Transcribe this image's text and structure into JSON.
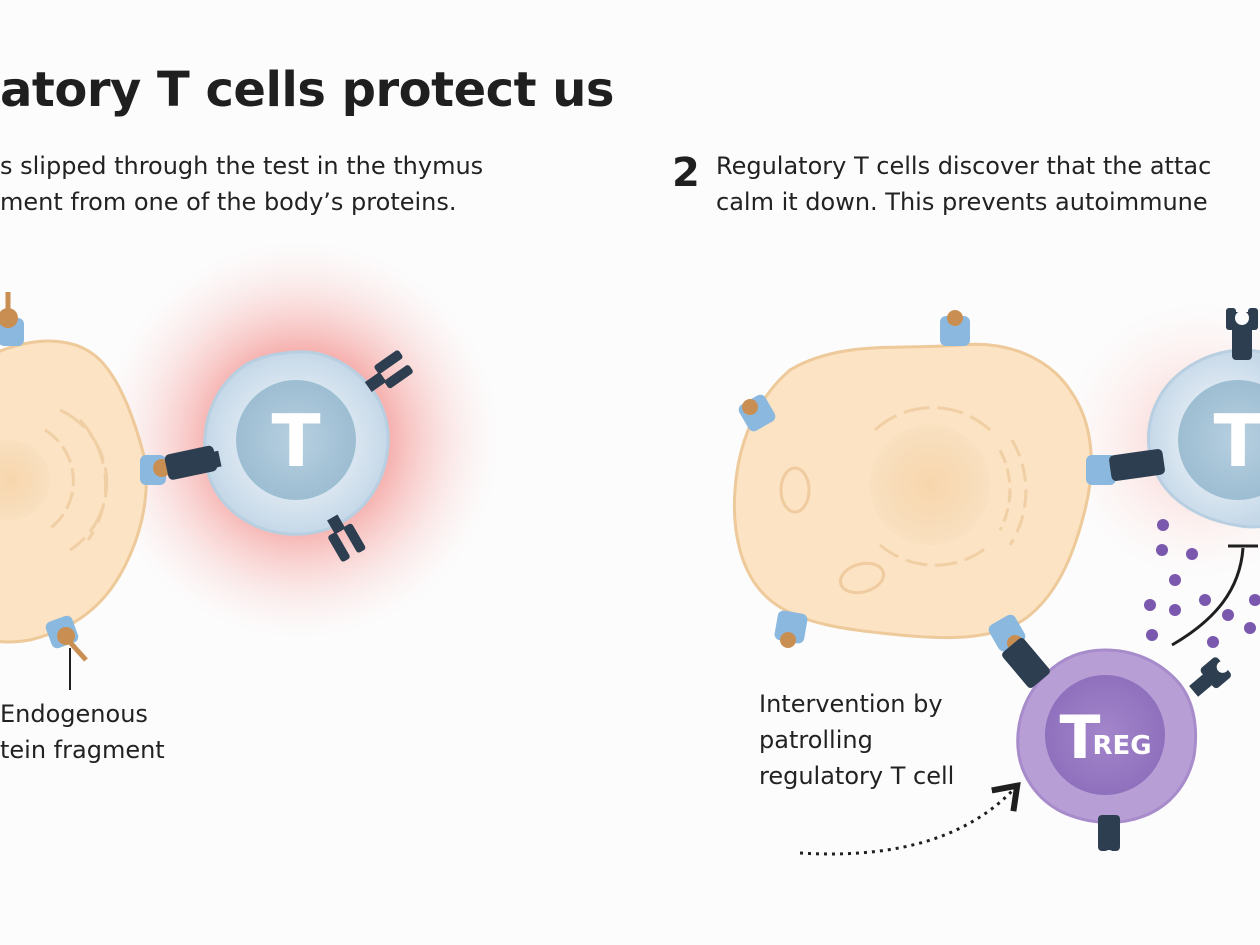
{
  "title": "atory T cells protect us",
  "panel1": {
    "caption": "s slipped through the test in the thymus\nment from one of the body’s proteins.",
    "t_cell_letter": "T",
    "fragment_label": "Endogenous\ntein fragment"
  },
  "panel2": {
    "step_number": "2",
    "caption": "Regulatory T cells discover that the attac\ncalm it down. This prevents autoimmune",
    "t_cell_letter": "T",
    "treg_letter": "T",
    "treg_subscript": "REG",
    "intervention_label": "Intervention by\npatrolling\nregulatory T cell"
  },
  "colors": {
    "body_cell_fill": "#fbe3c3",
    "body_cell_stroke": "#eec99a",
    "t_cell_fill": "#d6e4ef",
    "t_cell_nucleus": "#a9c6d8",
    "receptor": "#2c3e50",
    "mhc": "#8bb8df",
    "fragment": "#c98f52",
    "inflammation": "#ef5d5d",
    "treg_fill": "#b79fd6",
    "treg_nucleus": "#9a7cc4",
    "cytokine": "#7a58ad"
  }
}
